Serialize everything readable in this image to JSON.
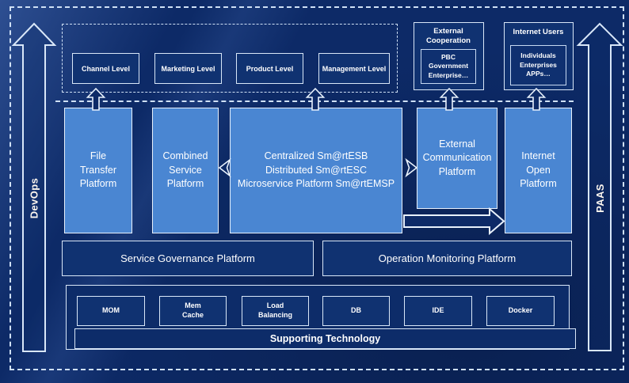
{
  "colors": {
    "background": "#0d2a67",
    "dark_box": "#103271",
    "light_blue_box": "#4a86d2",
    "light_border": "#d9e7f8",
    "text": "#ffffff"
  },
  "rails": {
    "left": "DevOps",
    "right": "PAAS"
  },
  "levels": [
    "Channel Level",
    "Marketing Level",
    "Product Level",
    "Management Level"
  ],
  "external_cooperation": {
    "title": "External\nCooperation",
    "inner": "PBC Government\nEnterprise…"
  },
  "internet_users": {
    "title": "Internet Users",
    "inner": "Individuals\nEnterprises\nAPPs…"
  },
  "platforms": {
    "file_transfer": "File\nTransfer\nPlatform",
    "combined_service": "Combined\nService\nPlatform",
    "esb": "Centralized Sm@rtESB\nDistributed Sm@rtESC\nMicroservice Platform Sm@rtEMSP",
    "external_communication": "External\nCommunication\nPlatform",
    "internet_open": "Internet\nOpen\nPlatform"
  },
  "governance": "Service Governance Platform",
  "monitoring": "Operation Monitoring Platform",
  "technologies": [
    "MOM",
    "Mem\nCache",
    "Load\nBalancing",
    "DB",
    "IDE",
    "Docker"
  ],
  "supporting": "Supporting Technology"
}
